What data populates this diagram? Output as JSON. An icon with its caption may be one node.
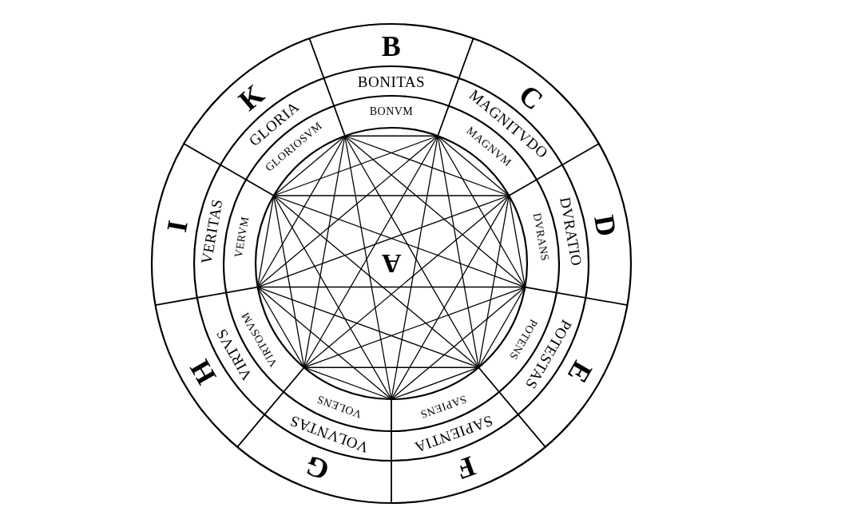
{
  "diagram": {
    "nodes": [
      {
        "text": [
          "A"
        ]
      },
      {
        "text": [
          "B"
        ]
      },
      {
        "text": [
          "BONITAS"
        ]
      },
      {
        "text": [
          "BONVM"
        ]
      },
      {
        "text": [
          "C"
        ]
      },
      {
        "text": [
          "MAGNITVDO"
        ]
      },
      {
        "text": [
          "MAGNVM"
        ]
      },
      {
        "text": [
          "D"
        ]
      },
      {
        "text": [
          "DVRATIO"
        ]
      },
      {
        "text": [
          "DVRANS"
        ]
      },
      {
        "text": [
          "E"
        ]
      },
      {
        "text": [
          "POTESTAS"
        ]
      },
      {
        "text": [
          "POTENS"
        ]
      },
      {
        "text": [
          "F"
        ]
      },
      {
        "text": [
          "SAPIENTIA"
        ]
      },
      {
        "text": [
          "SAPIENS"
        ]
      },
      {
        "text": [
          "G"
        ]
      },
      {
        "text": [
          "VOLVNTAS"
        ]
      },
      {
        "text": [
          "VOLENS"
        ]
      },
      {
        "text": [
          "H"
        ]
      },
      {
        "text": [
          "VIRTVS"
        ]
      },
      {
        "text": [
          "VIRTOSVM"
        ]
      },
      {
        "text": [
          "I"
        ]
      },
      {
        "text": [
          "VERITAS"
        ]
      },
      {
        "text": [
          "VERVM"
        ]
      },
      {
        "text": [
          "K"
        ]
      },
      {
        "text": [
          "GLORIA"
        ]
      },
      {
        "text": [
          "GLORIOSVM"
        ]
      }
    ]
  }
}
